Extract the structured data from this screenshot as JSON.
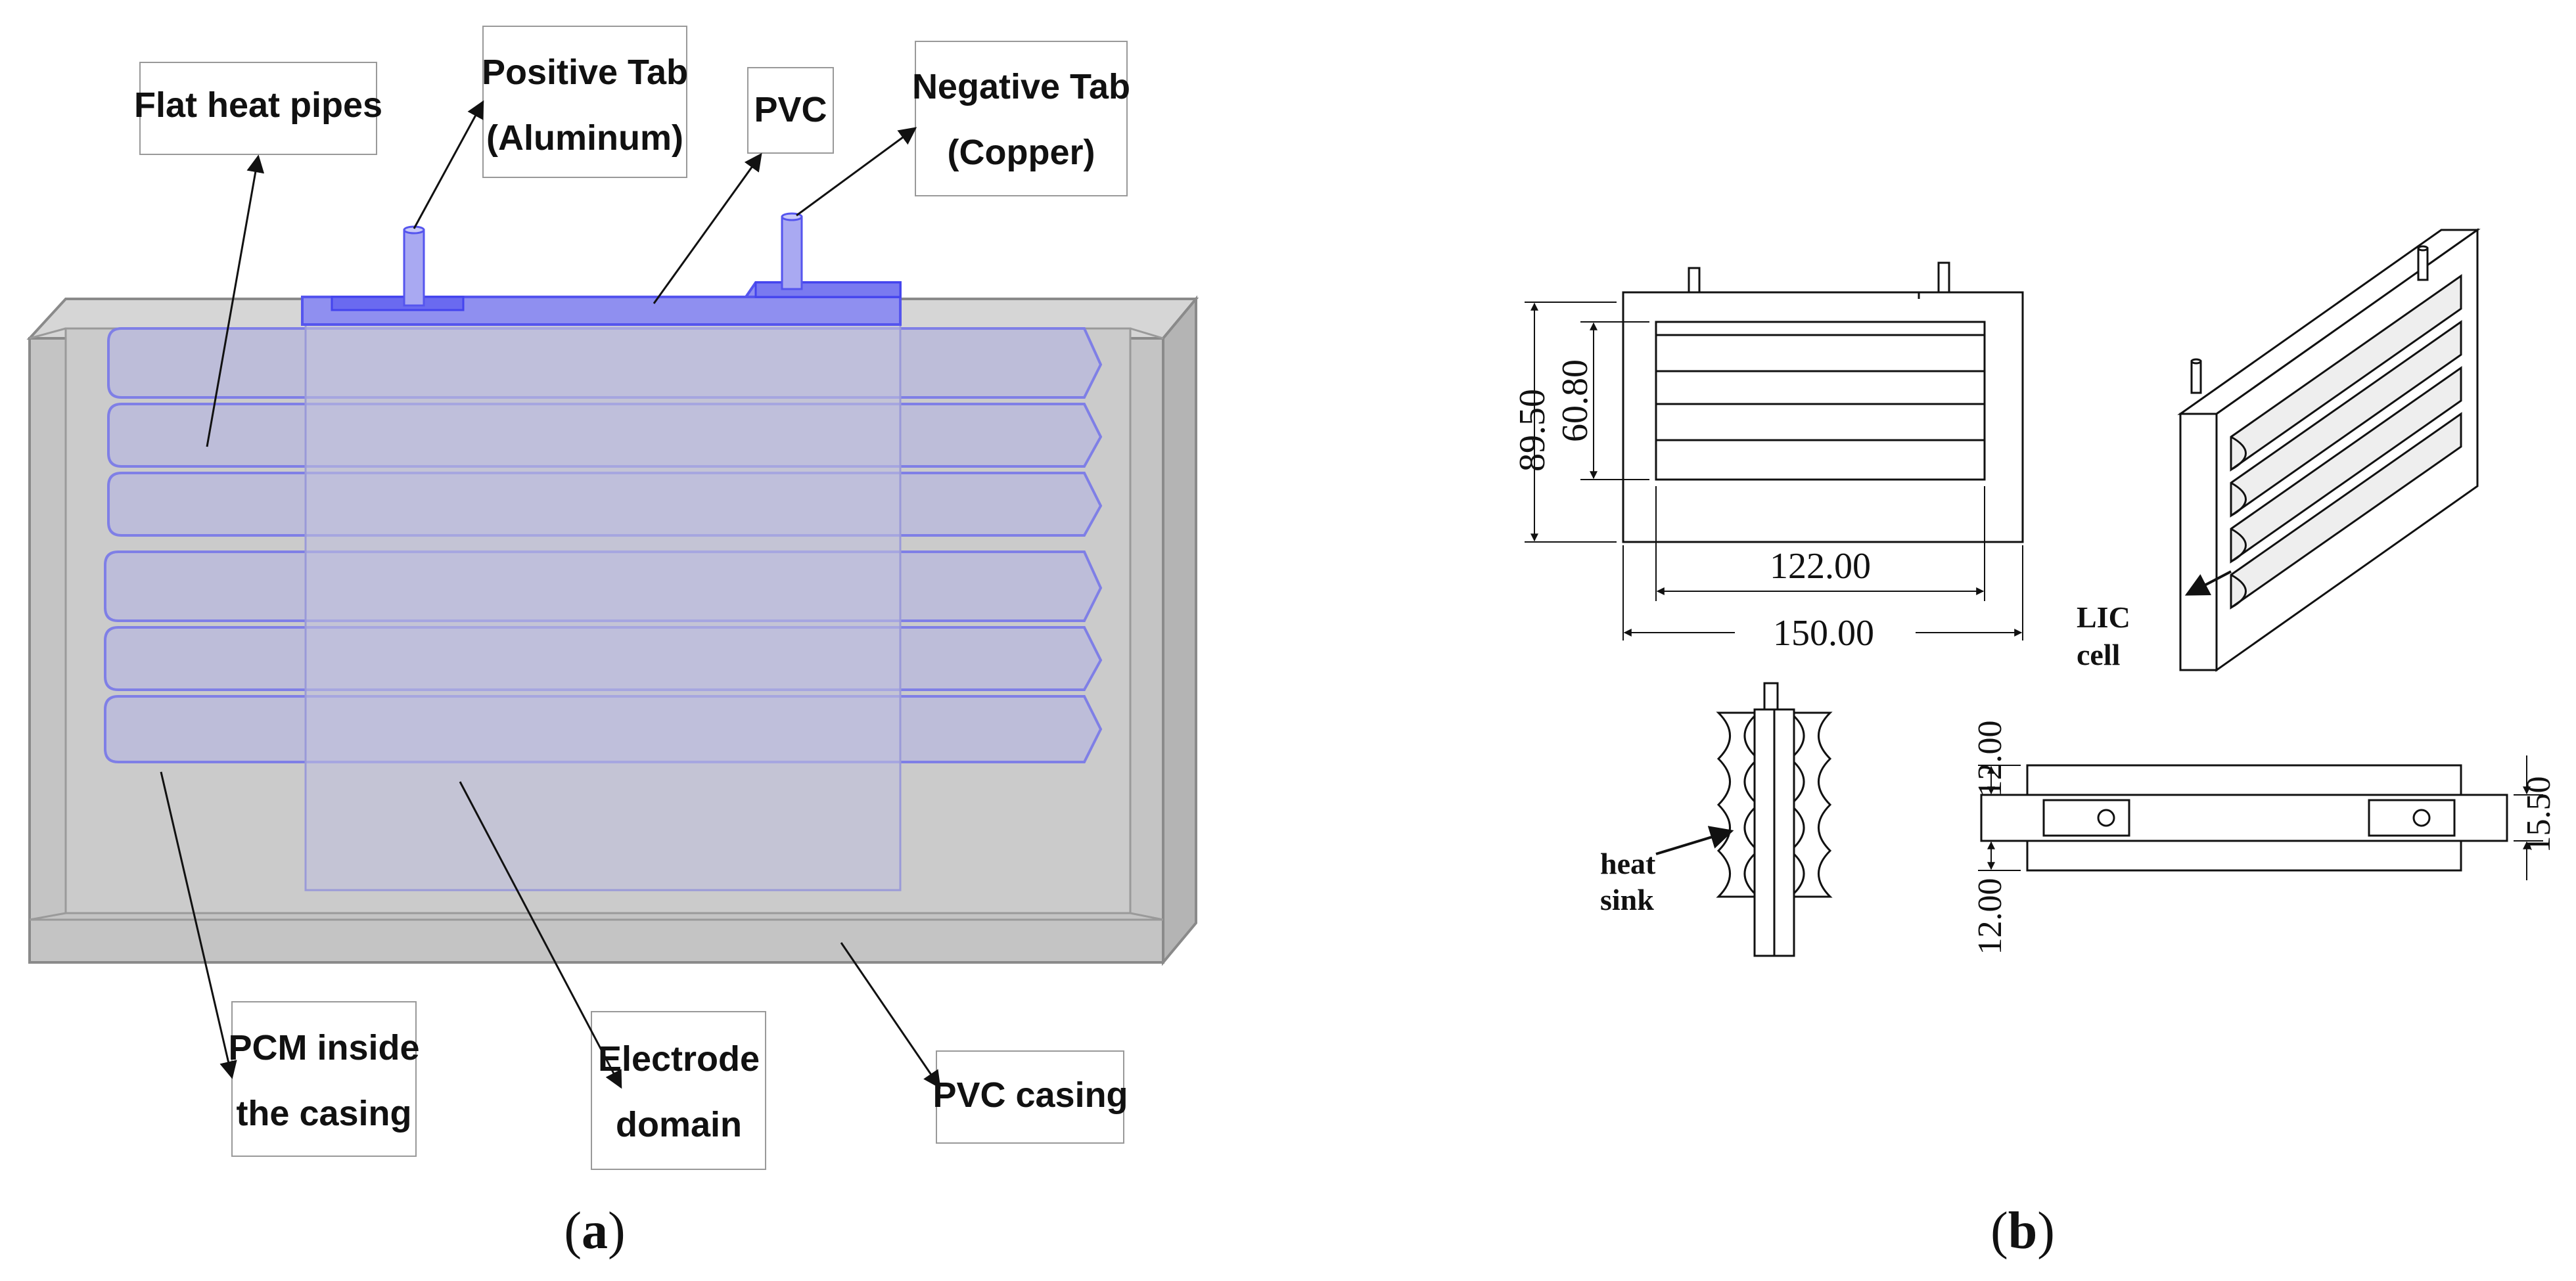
{
  "panel_a": {
    "labels": {
      "flat_heat_pipes": "Flat heat pipes",
      "positive_tab_line1": "Positive Tab",
      "positive_tab_line2": "(Aluminum)",
      "pvc": "PVC",
      "negative_tab_line1": "Negative Tab",
      "negative_tab_line2": "(Copper)",
      "pcm_line1": "PCM inside",
      "pcm_line2": "the casing",
      "electrode_line1": "Electrode",
      "electrode_line2": "domain",
      "pvc_casing": "PVC casing"
    },
    "caption_open": "(",
    "caption_letter": "a",
    "caption_close": ")"
  },
  "panel_b": {
    "dims": {
      "height_outer": "89.50",
      "height_inner": "60.80",
      "width_inner": "122.00",
      "width_outer": "150.00",
      "top_gap": "12.00",
      "bottom_gap": "12.00",
      "tab_height": "15.50"
    },
    "labels": {
      "lic_line1": "LIC",
      "lic_line2": "cell",
      "heat_line1": "heat",
      "heat_line2": "sink"
    },
    "caption_open": "(",
    "caption_letter": "b",
    "caption_close": ")"
  },
  "colors": {
    "casing_fill": "#c8c8c8",
    "pipe_blue": "#7f7fe6",
    "tab_blue": "#5555ee",
    "line": "#111111"
  }
}
